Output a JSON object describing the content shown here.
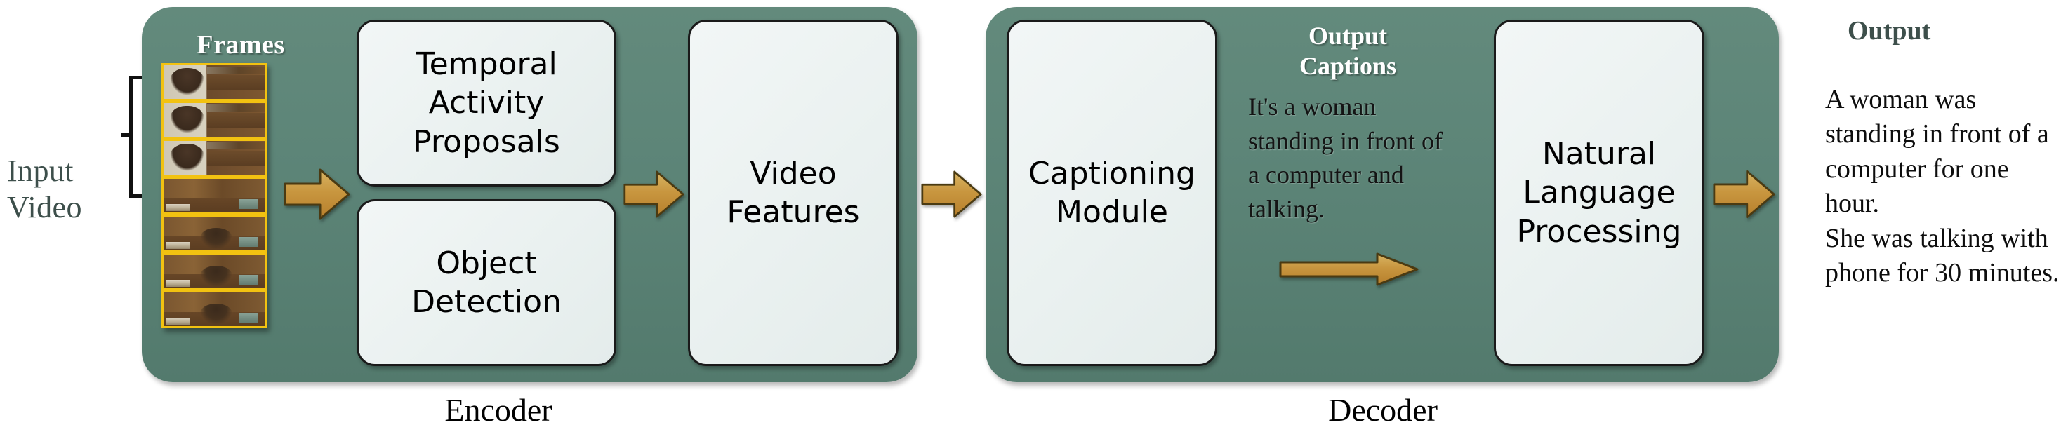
{
  "input": {
    "label": "Input\nVideo",
    "bracket_icon": "curly-bracket-icon"
  },
  "encoder": {
    "caption": "Encoder",
    "frames_title": "Frames",
    "frame_count": 7,
    "modules": [
      {
        "id": "temporal-activity-proposals",
        "label": "Temporal\nActivity\nProposals"
      },
      {
        "id": "object-detection",
        "label": "Object\nDetection"
      },
      {
        "id": "video-features",
        "label": "Video\nFeatures"
      }
    ]
  },
  "decoder": {
    "caption": "Decoder",
    "modules": [
      {
        "id": "captioning-module",
        "label": "Captioning\nModule"
      },
      {
        "id": "natural-language-processing",
        "label": "Natural\nLanguage\nProcessing"
      }
    ],
    "output_captions": {
      "title": "Output\nCaptions",
      "text": "It's a woman standing in front of a computer and talking."
    }
  },
  "output": {
    "title": "Output",
    "lines": [
      "A woman was standing in front of a computer for one hour.",
      "She was talking with phone for 30 minutes."
    ],
    "text": "A woman was standing in front of a computer for one hour.\nShe was talking with phone for 30 minutes."
  },
  "arrows": [
    {
      "id": "arrow-frames-to-encoder-modules",
      "direction": "right"
    },
    {
      "id": "arrow-modules-to-video-features",
      "direction": "right"
    },
    {
      "id": "arrow-encoder-to-decoder",
      "direction": "right"
    },
    {
      "id": "arrow-captions-to-nlp",
      "direction": "right"
    },
    {
      "id": "arrow-nlp-to-output",
      "direction": "right"
    }
  ],
  "colors": {
    "panel_green": "#5d8578",
    "box_fill": "#eaf1f0",
    "arrow_gold": "#c9953f",
    "frame_border": "#f2c211",
    "label_slate": "#3d4f4b"
  }
}
